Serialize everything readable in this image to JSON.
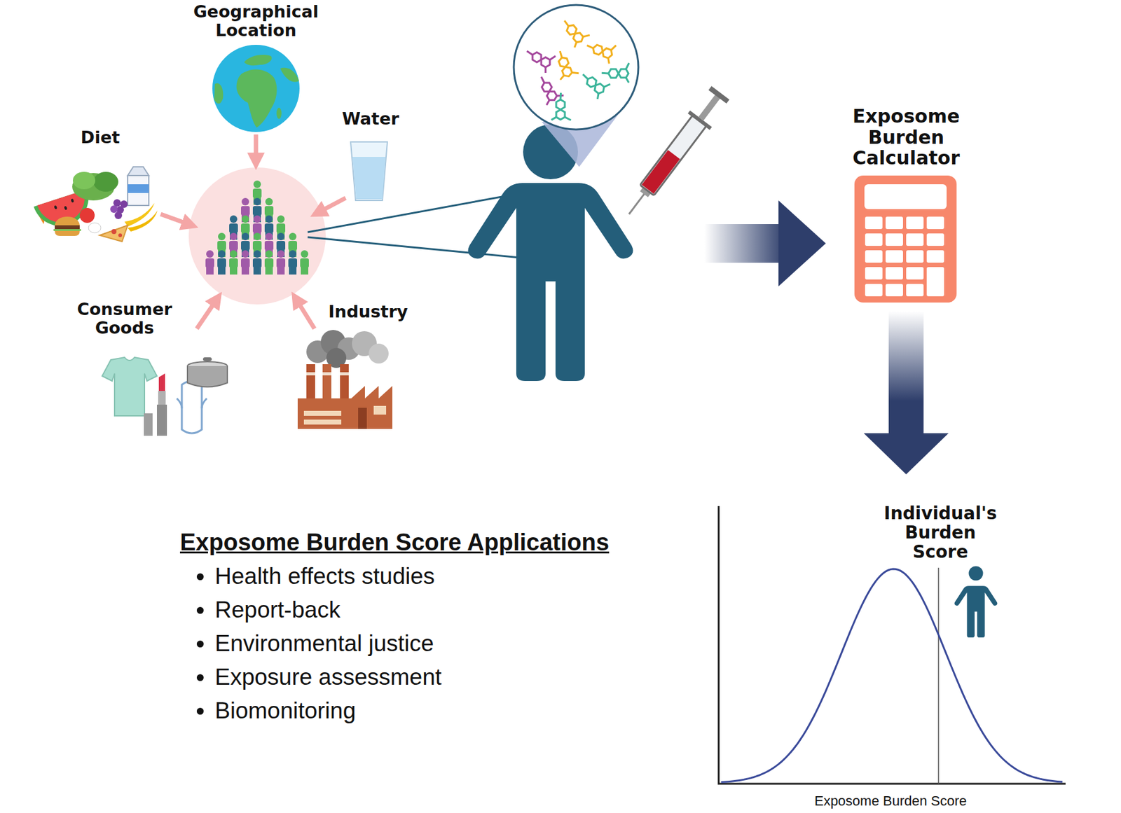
{
  "diagram": {
    "nodes": [
      {
        "text": [
          "Geographical Location"
        ]
      },
      {
        "text": [
          "Diet"
        ]
      },
      {
        "text": [
          "Water"
        ]
      },
      {
        "text": [
          "Consumer Goods"
        ]
      },
      {
        "text": [
          "Industry"
        ]
      },
      {
        "text": [
          "Exposome Burden Calculator"
        ]
      },
      {
        "text": [
          "Individual's Burden Score",
          "Exposome Burden Score"
        ]
      }
    ],
    "edges": [
      {
        "from": 5,
        "to": 6,
        "arrow": "to"
      }
    ],
    "labels": [
      "Exposome Burden Score Applications",
      "Health effects studies",
      "Report-back",
      "Environmental justice",
      "Exposure assessment",
      "Biomonitoring"
    ]
  }
}
